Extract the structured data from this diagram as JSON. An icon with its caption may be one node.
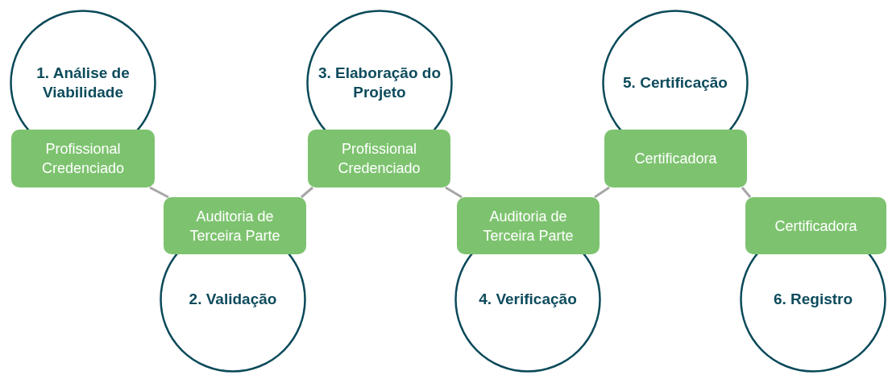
{
  "diagram": {
    "nodes": [
      {
        "text": [
          "1. Análise de Viabilidade"
        ]
      },
      {
        "text": [
          "Profissional Credenciado"
        ]
      },
      {
        "text": [
          "Auditoria de Terceira Parte"
        ]
      },
      {
        "text": [
          "2. Validação"
        ]
      },
      {
        "text": [
          "3. Elaboração do Projeto"
        ]
      },
      {
        "text": [
          "Profissional Credenciado"
        ]
      },
      {
        "text": [
          "Auditoria de Terceira Parte"
        ]
      },
      {
        "text": [
          "4. Verificação"
        ]
      },
      {
        "text": [
          "5. Certificação"
        ]
      },
      {
        "text": [
          "Certificadora"
        ]
      },
      {
        "text": [
          "Certificadora"
        ]
      },
      {
        "text": [
          "6. Registro"
        ]
      }
    ],
    "edges": [
      {
        "from": 1,
        "to": 2,
        "arrow": "none"
      },
      {
        "from": 2,
        "to": 5,
        "arrow": "none"
      },
      {
        "from": 5,
        "to": 6,
        "arrow": "none"
      },
      {
        "from": 6,
        "to": 9,
        "arrow": "none"
      },
      {
        "from": 9,
        "to": 10,
        "arrow": "none"
      }
    ]
  }
}
